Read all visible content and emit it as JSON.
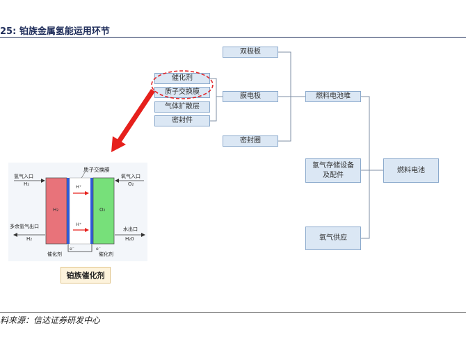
{
  "title": "25: 铂族金属氢能运用环节",
  "source": "料来源：信达证券研发中心",
  "components": {
    "catalyst": "催化剂",
    "pem": "质子交换膜",
    "gdl": "气体扩散层",
    "seal": "密封件",
    "bipolar_plate": "双极板",
    "membrane_electrode": "膜电极",
    "seal_ring": "密封圈",
    "stack": "燃料电池堆",
    "h2_storage": "氢气存储设备\n及配件",
    "o2_supply": "氧气供应",
    "fuel_cell": "燃料电池"
  },
  "cell_diagram": {
    "pem_label": "质子交换膜",
    "h2_inlet": "氢气入口",
    "h2_formula": "H₂",
    "o2_inlet": "氧气入口",
    "o2_formula": "O₂",
    "excess_h2": "多余氢气出口",
    "excess_formula": "H₂",
    "water_outlet": "水出口",
    "water_formula": "H₂0",
    "anode_label": "H₂",
    "cathode_label": "O₂",
    "proton_1": "H⁺",
    "proton_2": "H⁺",
    "electron_left": "e⁻",
    "electron_right": "e⁻",
    "catalyst_left": "催化剂",
    "catalyst_right": "催化剂"
  },
  "highlight_label": "铂族催化剂",
  "colors": {
    "box_fill": "#dbe7f4",
    "box_border": "#8aa9cc",
    "anode": "#e8737a",
    "cathode": "#77e07a",
    "membrane": "#2e5bd8",
    "arrow": "#e6201c",
    "highlight_oval": "#e0262b"
  }
}
